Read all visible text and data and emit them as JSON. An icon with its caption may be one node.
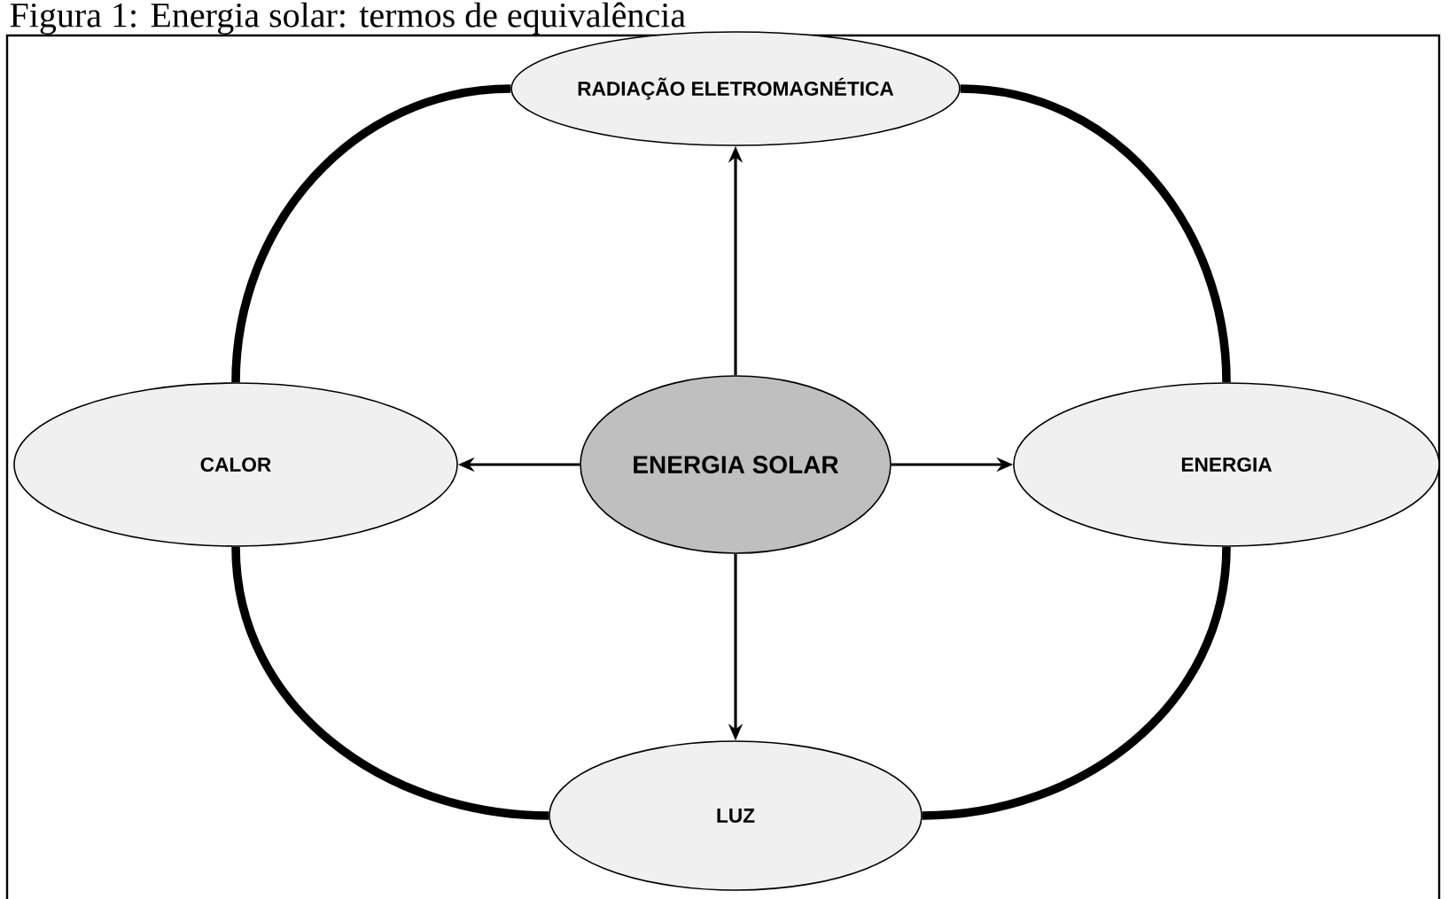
{
  "diagram": {
    "title": "Figura 1: Energia solar: termos de equivalência",
    "nodes": [
      {
        "text": [
          "RADIAÇÃO ELETROMAGNÉTICA"
        ]
      },
      {
        "text": [
          "CALOR"
        ]
      },
      {
        "text": [
          "ENERGIA SOLAR"
        ]
      },
      {
        "text": [
          "ENERGIA"
        ]
      },
      {
        "text": [
          "LUZ"
        ]
      }
    ],
    "edges": [
      {
        "from": 2,
        "to": 0,
        "arrow": "to"
      },
      {
        "from": 2,
        "to": 1,
        "arrow": "to"
      },
      {
        "from": 2,
        "to": 3,
        "arrow": "to"
      },
      {
        "from": 2,
        "to": 4,
        "arrow": "to"
      },
      {
        "from": 0,
        "to": 3,
        "arrow": "none",
        "style": "thick"
      },
      {
        "from": 3,
        "to": 4,
        "arrow": "none",
        "style": "thick"
      },
      {
        "from": 4,
        "to": 1,
        "arrow": "none",
        "style": "thick"
      },
      {
        "from": 1,
        "to": 0,
        "arrow": "none",
        "style": "thick"
      }
    ]
  }
}
